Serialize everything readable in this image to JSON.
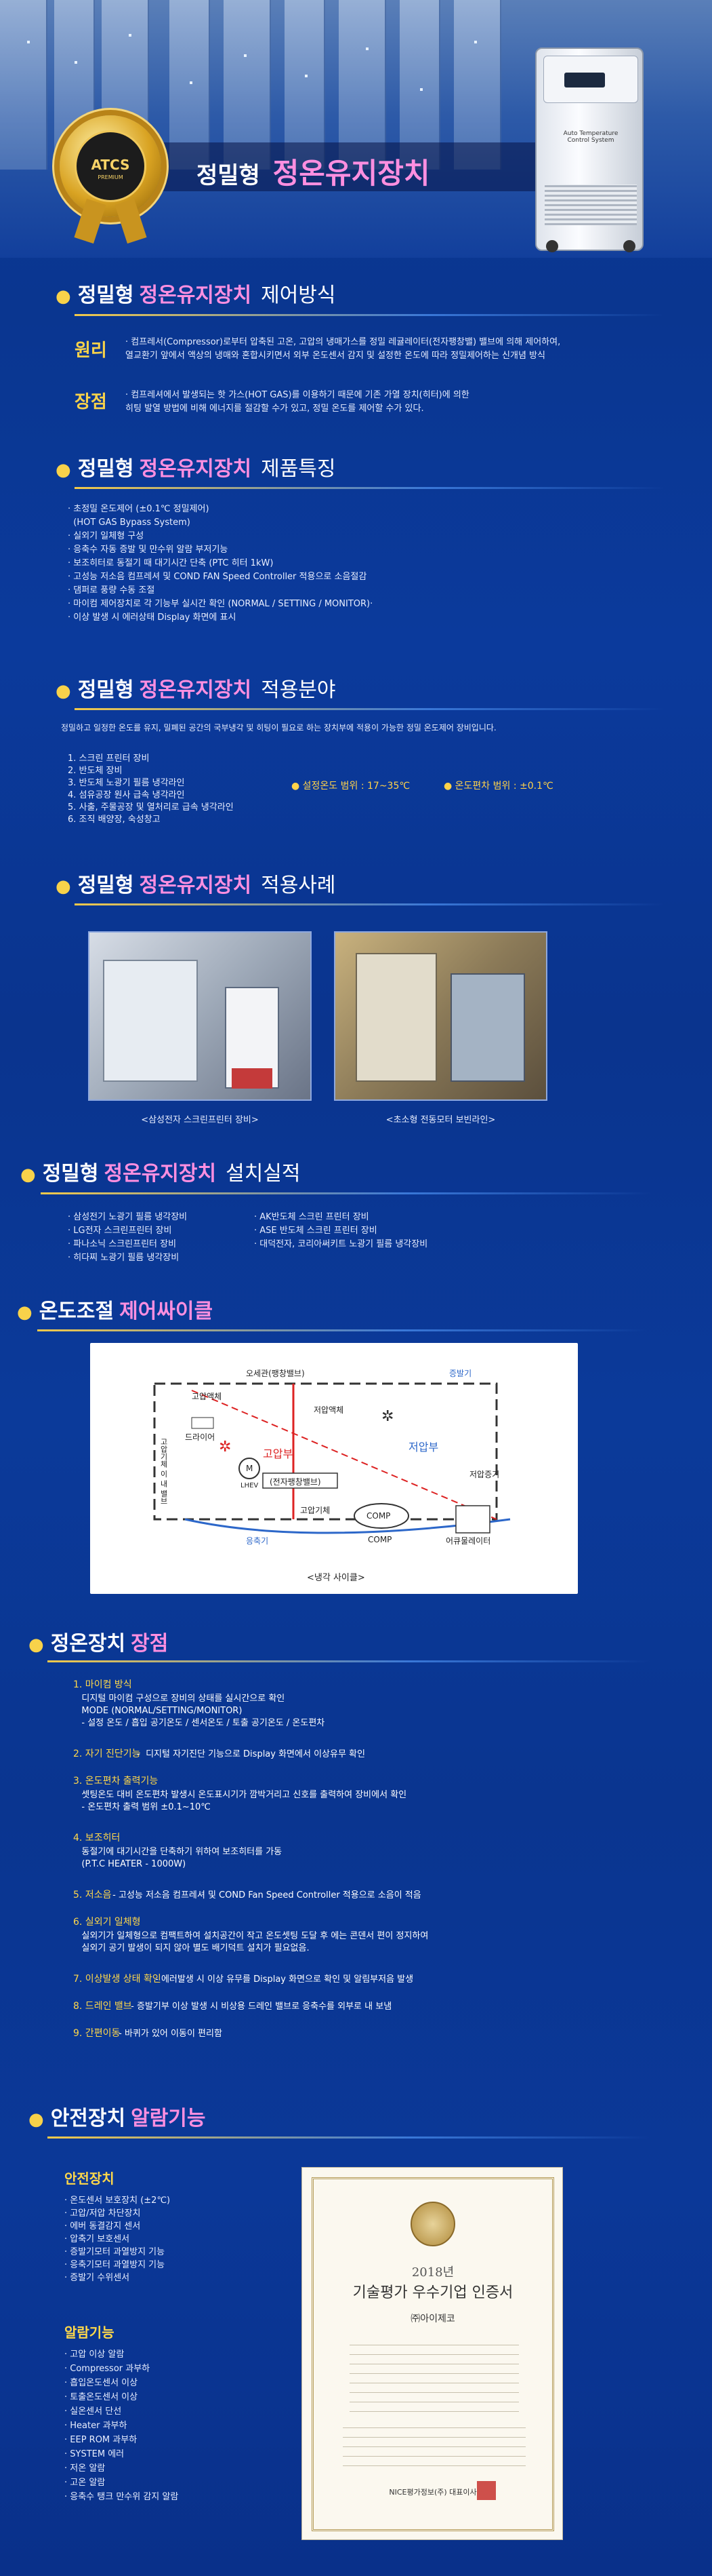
{
  "hero": {
    "badge_text": "ATCS",
    "badge_sub": "PREMIUM",
    "title_prefix": "정밀형",
    "title_main": "정온유지장치",
    "machine_label": "Auto Temperature\nControl System"
  },
  "sections": {
    "control": {
      "prefix": "정밀형",
      "main": "정온유지장치",
      "sub": "제어방식"
    },
    "features": {
      "prefix": "정밀형",
      "main": "정온유지장치",
      "sub": "제품특징"
    },
    "applications": {
      "prefix": "정밀형",
      "main": "정온유지장치",
      "sub": "적용분야"
    },
    "cases": {
      "prefix": "정밀형",
      "main": "정온유지장치",
      "sub": "적용사례"
    },
    "installs": {
      "prefix": "정밀형",
      "main": "정온유지장치",
      "sub": "설치실적"
    },
    "cycle": {
      "prefix": "온도조절",
      "main": "제어싸이클"
    },
    "strengths": {
      "prefix": "정온장치",
      "main": "장점"
    },
    "safety": {
      "prefix": "안전장치",
      "main": "알람기능"
    }
  },
  "control": {
    "principle_label": "원리",
    "principle_lines": [
      "· 컴프레서(Compressor)로부터 압축된 고온, 고압의 냉매가스를 정밀 레귤레이터(전자팽창밸) 밸브에 의해 제어하여,",
      "  열교환기 앞에서 액상의 냉매와 혼합시키면서 외부 온도센서 감지 및 설정한 온도에 따라 정밀제어하는 신개념 방식"
    ],
    "merit_label": "장점",
    "merit_lines": [
      "· 컴프레셔에서 발생되는 핫 가스(HOT GAS)를 이용하기 때문에 기존 가열 장치(히터)에 의한",
      "  히팅 발열 방법에 비해 에너지를 절감할 수가 있고, 정밀 온도를 제어할 수가 있다."
    ]
  },
  "features": [
    "· 초정밀 온도제어 (±0.1℃ 정밀제어)",
    "  (HOT GAS Bypass System)",
    "· 실외기 일체형 구성",
    "· 응축수 자동 증발 및 만수위 알람 부저기능",
    "· 보조히터로 동절기 때 대기시간 단축 (PTC 히터 1kW)",
    "· 고성능 저소음 컴프레셔 및 COND FAN Speed Controller 적용으로 소음절감",
    "· 댐퍼로 풍량 수동 조절",
    "· 마이컴 제어장치로 각 기능부 실시간 확인 (NORMAL / SETTING / MONITOR)·",
    "· 이상 발생 시 에러상태 Display 화면에 표시"
  ],
  "applications": {
    "intro": "정밀하고 일정한 온도를 유지, 밀폐된 공간의 국부냉각 및 히팅이 필요로 하는 장치부에 적용이 가능한 정밀 온도제어 장비입니다.",
    "list": [
      "1. 스크린 프린터 장비",
      "2. 반도체 장비",
      "3. 반도체 노광기 필름 냉각라인",
      "4. 섬유공장 원사 급속 냉각라인",
      "5. 사출, 주물공장 및 열처리로 급속 냉각라인",
      "6. 조직 배양장, 숙성창고"
    ],
    "range1": "● 설정온도 범위 : 17~35℃",
    "range2": "● 온도편차 범위 : ±0.1℃"
  },
  "cases": {
    "caption1": "<삼성전자 스크린프린터 장비>",
    "caption2": "<초소형 전동모터 보빈라인>"
  },
  "installs": {
    "left": [
      "· 삼성전기 노광기 필름 냉각장비",
      "· LG전자 스크린프린터 장비",
      "· 파나소닉 스크린프린터 장비",
      "· 히다찌 노광기 필름 냉각장비"
    ],
    "right": [
      "· AK반도체 스크린 프린터 장비",
      "· ASE 반도체 스크린 프린터 장비",
      "· 대덕전자, 코리아써키트 노광기 필름 냉각장비"
    ]
  },
  "diagram": {
    "condenser_label": "오세관(팽창밸브)",
    "evaporator_label": "증발기",
    "low_pressure": "저압액체",
    "dryer": "드라이어",
    "high_pressure_liquid": "고압액체",
    "low_pressure_part": "저압부",
    "high_pressure_part": "고압부",
    "motor": "M",
    "valve": "LHEV",
    "valve_desc": "(전자팽창밸브)",
    "high_gas": "고압기체",
    "low_gas": "저압증기",
    "comp": "COMP",
    "comp2": "COMP",
    "condenser": "응축기",
    "accumulator": "어큐물레이터",
    "side_label": "고압기체 이 내 밸브",
    "caption": "<냉각 사이클>"
  },
  "strengths": [
    {
      "title": "1. 마이컴 방식",
      "lines": [
        "   디지털 마이컴 구성으로 장비의 상태를 실시간으로 확인",
        "   MODE (NORMAL/SETTING/MONITOR)",
        "   - 설정 온도 / 흡입 공기온도 / 센서온도 / 토출 공기온도 / 온도편차"
      ]
    },
    {
      "title": "2. 자기 진단기능",
      "lines": [
        " -  디지털 자기진단 기능으로 Display 화면에서 이상유무 확인"
      ]
    },
    {
      "title": "3. 온도편차 출력기능",
      "lines": [
        "   셋팅온도 대비 온도편차 발생시 온도표시기가 깜박거리고 신호를 출력하여 장비에서 확인",
        "   - 온도편차 출력 범위 ±0.1~10℃"
      ]
    },
    {
      "title": "4. 보조히터",
      "lines": [
        "   동절기에 대기시간을 단축하기 위하여 보조히터를 가동",
        "   (P.T.C HEATER - 1000W)"
      ]
    },
    {
      "title": "5. 저소음",
      "lines": [
        " - 고성능 저소음 컴프레셔 및 COND Fan Speed Controller 적용으로 소음이 적음"
      ]
    },
    {
      "title": "6. 실외기 일체형",
      "lines": [
        "   실외기가 일체형으로 컴팩트하여 설치공간이 작고 온도셋팅 도달 후 에는 콘덴서 편이 정지하여",
        "   실외기 공기 발생이 되지 않아 별도 배기덕트 설치가 필요없음."
      ]
    },
    {
      "title": "7. 이상발생 상태 확인",
      "lines": [
        " - 에러발생 시 이상 유무를 Display 화면으로 확인 및 알림부저음 발생"
      ]
    },
    {
      "title": "8. 드레인 밸브",
      "lines": [
        " - 증발기부 이상 발생 시 비상용 드레인 밸브로 응축수를 외부로 내 보냄"
      ]
    },
    {
      "title": "9. 간편이동",
      "lines": [
        " - 바퀴가 있어 이동이 편리함"
      ]
    }
  ],
  "safety": {
    "heading1": "안전장치",
    "items1": [
      "· 온도센서 보호장치 (±2℃)",
      "· 고압/저압 차단장치",
      "· 에버 동결감지 센서",
      "· 압축기 보호센서",
      "· 증발기모터 과열방지 기능",
      "· 응축기모터 과열방지 기능",
      "· 증발기 수위센서"
    ],
    "heading2": "알람기능",
    "items2": [
      "· 고압 이상 알람",
      "· Compressor 과부하",
      "· 흡입온도센서 이상",
      "· 토출온도센서 이상",
      "· 실온센서 단선",
      "· Heater 과부하",
      "· EEP ROM 과부하",
      "· SYSTEM 에러",
      "· 저온 알람",
      "· 고온 알람",
      "· 응축수 탱크 만수위 감지 알람"
    ]
  },
  "certificate": {
    "year": "2018년",
    "title": "기술평가 우수기업 인증서",
    "company": "㈜아이제코",
    "footer": "NICE평가정보(주) 대표이사"
  }
}
